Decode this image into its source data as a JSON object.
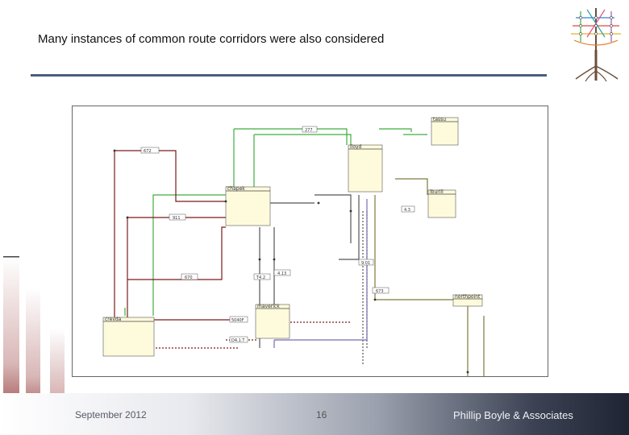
{
  "slide": {
    "title": "Many instances of common route corridors were also considered",
    "footer_date": "September 2012",
    "footer_page": "16",
    "footer_org": "Phillip Boyle & Associates"
  },
  "colors": {
    "rule": "#4a5f7a",
    "node_fill": "#fefbdc",
    "green_route": "#3fae3f",
    "red_route": "#7a1a1a",
    "purple_route": "#7b6bb0",
    "gray_route": "#555555",
    "olive_route": "#7d7a3a"
  },
  "diagram": {
    "nodes": [
      {
        "label": "lloyd"
      },
      {
        "label": "chapek"
      },
      {
        "label": "crevda"
      },
      {
        "label": "maverick"
      },
      {
        "label": "northpoint"
      },
      {
        "label": "tassu"
      },
      {
        "label": "lburill"
      }
    ],
    "routes": [
      {
        "label": "277"
      },
      {
        "label": "672"
      },
      {
        "label": "911"
      },
      {
        "label": "670"
      },
      {
        "label": "T4.2"
      },
      {
        "label": "4.13"
      },
      {
        "label": "673"
      },
      {
        "label": "5040F"
      },
      {
        "label": "D4.1.T"
      },
      {
        "label": "9.01"
      },
      {
        "label": "4.3"
      }
    ]
  }
}
